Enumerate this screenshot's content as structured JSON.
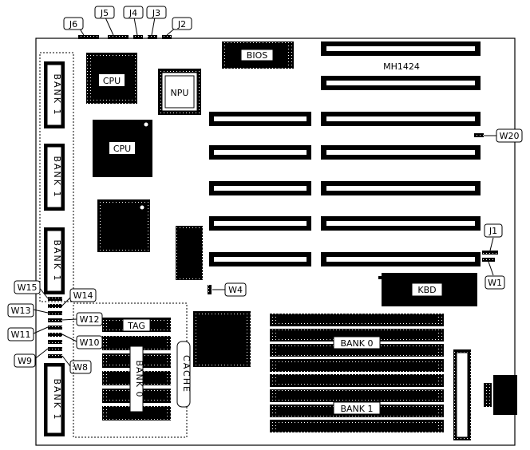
{
  "labels": {
    "j6": "J6",
    "j5": "J5",
    "j4": "J4",
    "j3": "J3",
    "j2": "J2",
    "bios": "BIOS",
    "model": "MH1424",
    "cpu1": "CPU",
    "cpu2": "CPU",
    "npu": "NPU",
    "w20": "W20",
    "j1": "J1",
    "w1": "W1",
    "kbd": "KBD",
    "w4": "W4",
    "w15": "W15",
    "w14": "W14",
    "w13": "W13",
    "w12": "W12",
    "w11": "W11",
    "w10": "W10",
    "w9": "W9",
    "w8": "W8",
    "tag": "TAG",
    "cache": "CACHE",
    "bank0_cache": "BANK 0",
    "bank0_simm": "BANK 0",
    "bank1_simm": "BANK 1",
    "bank1_a": "BANK 1",
    "bank1_b": "BANK 1",
    "bank1_c": "BANK 1",
    "bank1_d": "BANK 1"
  },
  "colors": {
    "ink": "#000000",
    "paper": "#ffffff"
  }
}
